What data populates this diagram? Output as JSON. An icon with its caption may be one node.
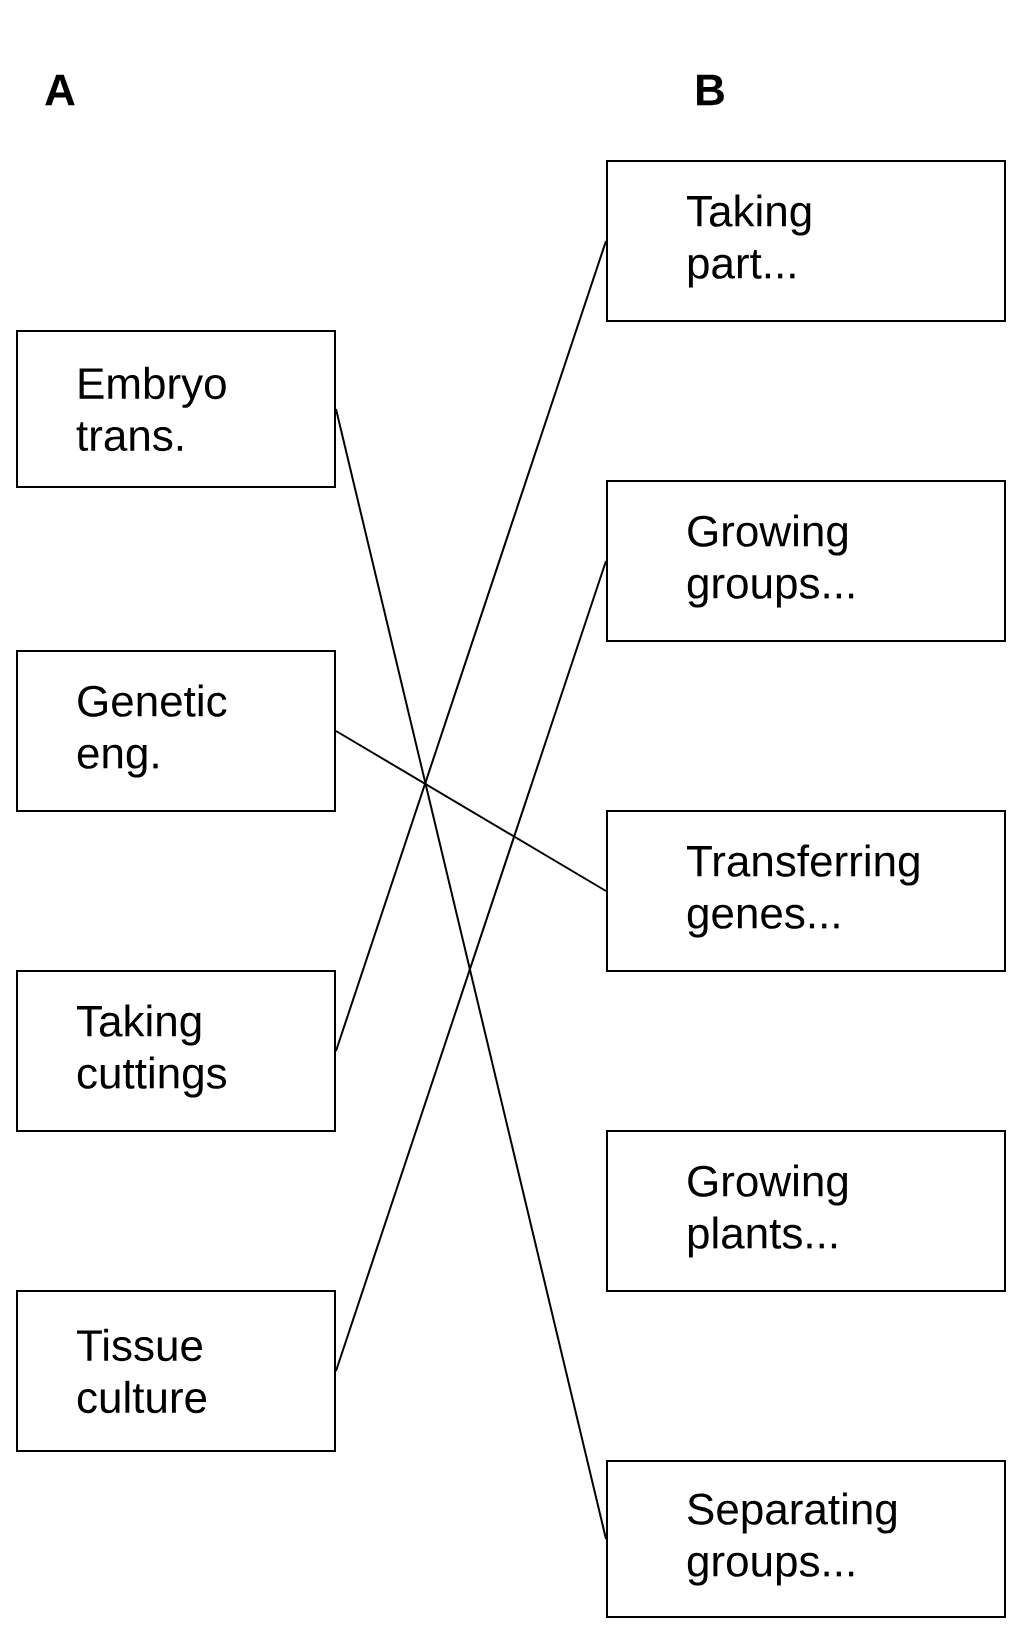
{
  "diagram": {
    "nodes": [
      {
        "text": [
          "Embryo trans."
        ]
      },
      {
        "text": [
          "Genetic eng."
        ]
      },
      {
        "text": [
          "Taking cuttings"
        ]
      },
      {
        "text": [
          "Tissue culture"
        ]
      },
      {
        "text": [
          "Taking part..."
        ]
      },
      {
        "text": [
          "Growing groups..."
        ]
      },
      {
        "text": [
          "Transferring genes..."
        ]
      },
      {
        "text": [
          "Growing plants..."
        ]
      },
      {
        "text": [
          "Separating groups..."
        ]
      }
    ],
    "edges": [
      {
        "from": 0,
        "to": 8,
        "arrow": "none"
      },
      {
        "from": 1,
        "to": 6,
        "arrow": "none"
      },
      {
        "from": 2,
        "to": 4,
        "arrow": "none"
      },
      {
        "from": 3,
        "to": 5,
        "arrow": "none"
      }
    ],
    "labels": [
      "A",
      "B"
    ]
  }
}
